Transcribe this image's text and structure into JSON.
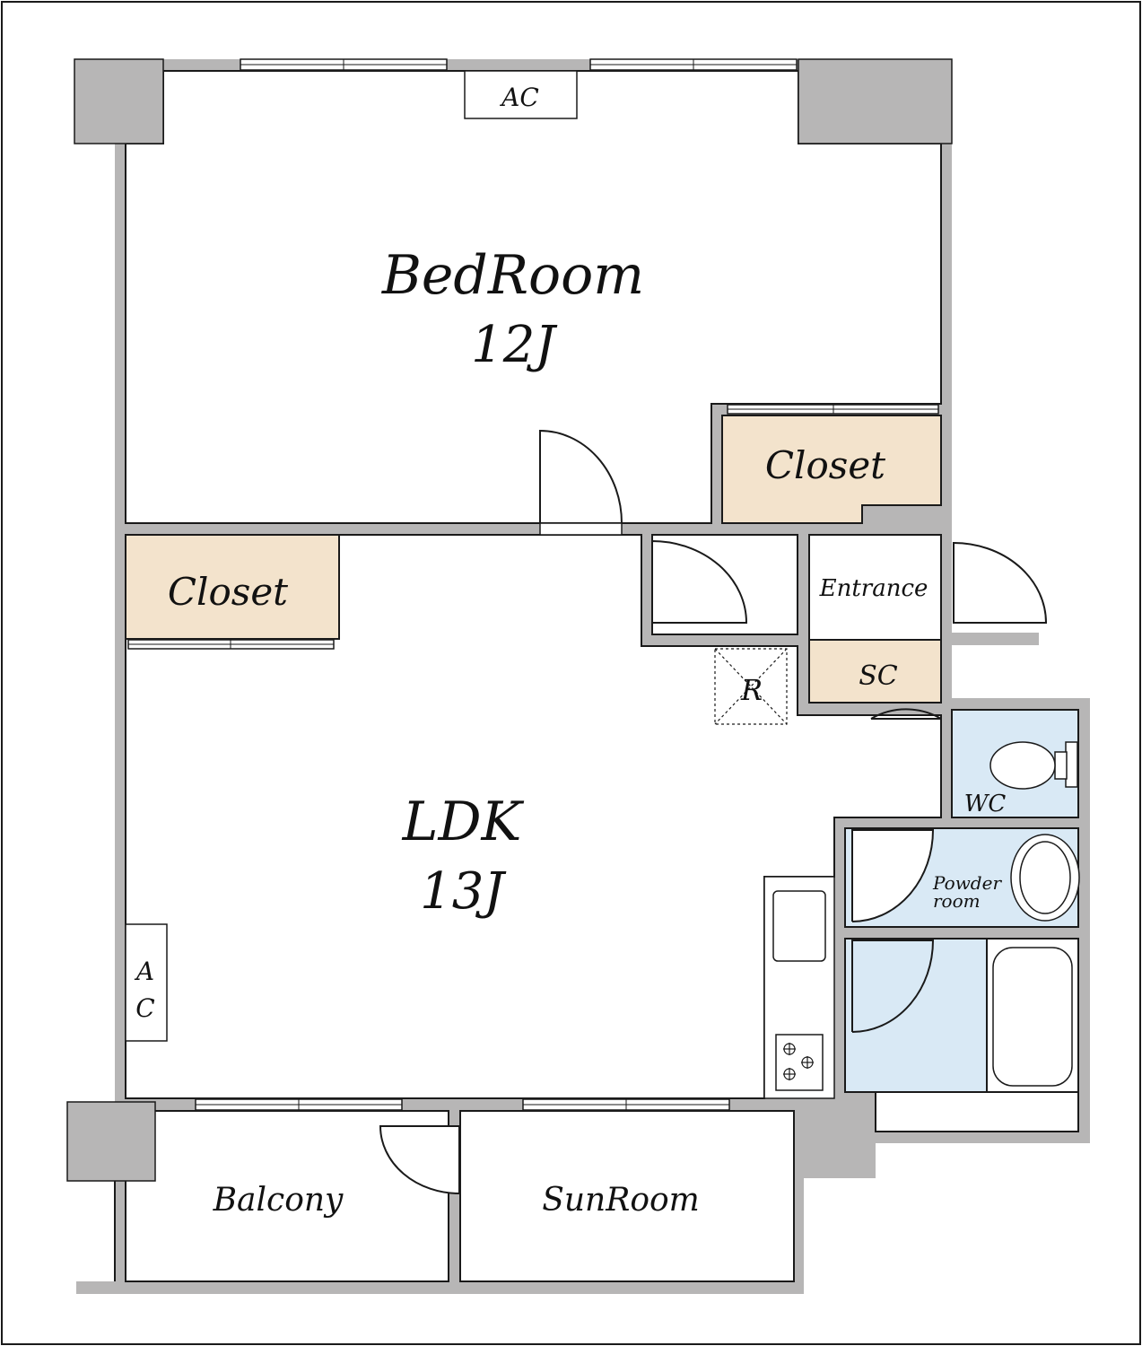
{
  "colors": {
    "wall": "#b7b6b6",
    "closet": "#f3e3cc",
    "wet_area": "#d9e9f5",
    "outline": "#1a1a1a"
  },
  "rooms": {
    "bedroom": {
      "name": "BedRoom",
      "size": "12J"
    },
    "ldk": {
      "name": "LDK",
      "size": "13J"
    },
    "closet_bedroom": "Closet",
    "closet_ldk": "Closet",
    "entrance": "Entrance",
    "shoe_cabinet": "SC",
    "refrigerator": "R",
    "wc": "WC",
    "powder_room": {
      "line1": "Powder",
      "line2": "room"
    },
    "balcony": "Balcony",
    "sunroom": "SunRoom"
  },
  "equipment": {
    "ac_bedroom": "AC",
    "ac_ldk": {
      "line1": "A",
      "line2": "C"
    }
  }
}
